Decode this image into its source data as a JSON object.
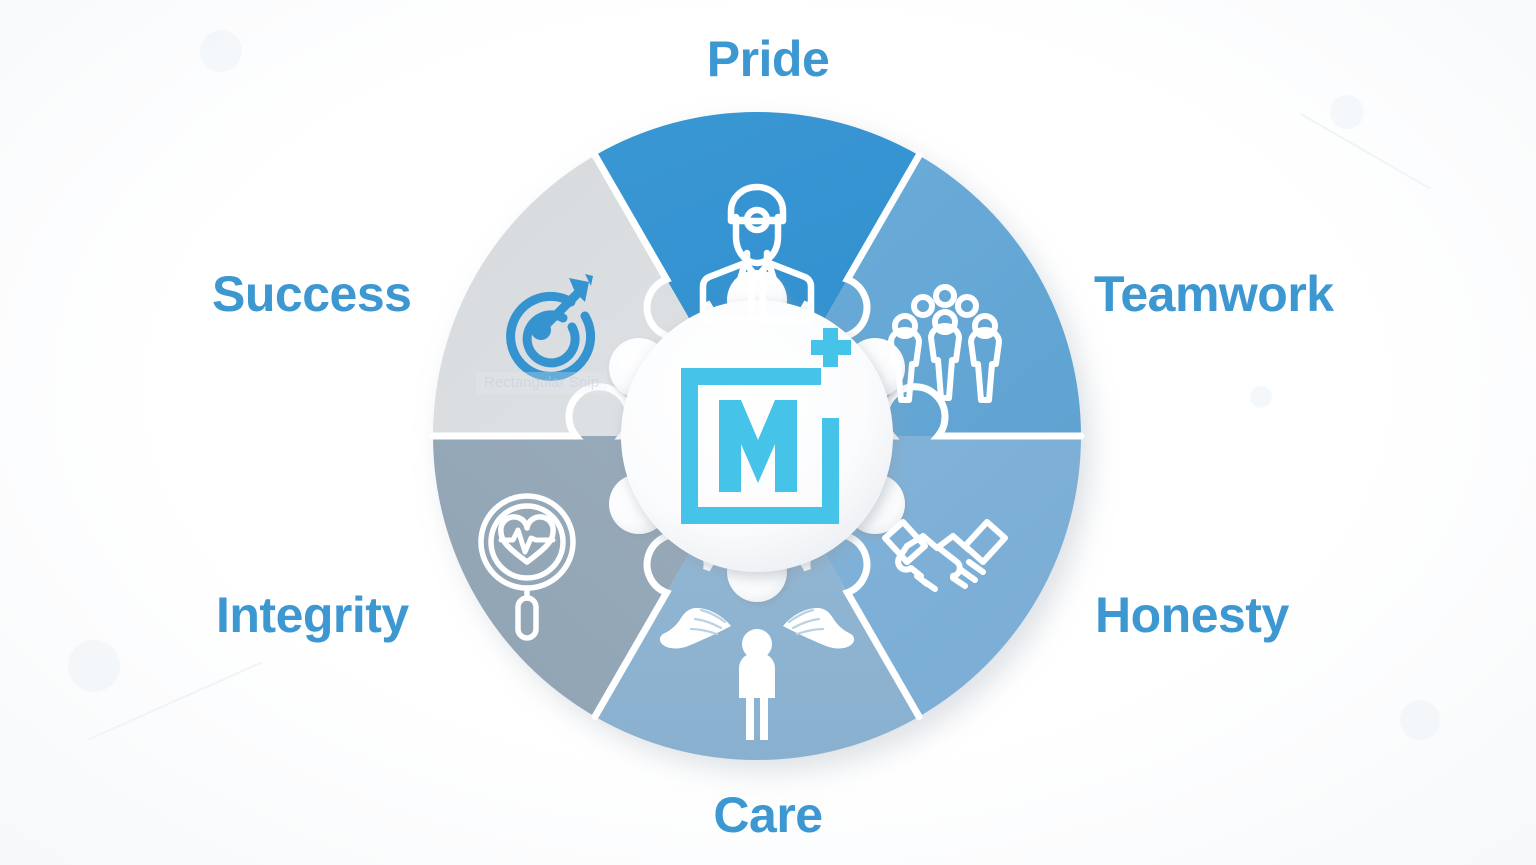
{
  "graphic": {
    "type": "hexagonal-puzzle-wheel",
    "title_present": false,
    "center_logo": {
      "name": "M+ logo",
      "letter": "M",
      "plus_symbol": "+",
      "color": "#45c3e8"
    },
    "watermark_text": "Rectangular Snip",
    "label_color": "#3d98d2",
    "segments": [
      {
        "id": "pride",
        "label": "Pride",
        "icon": "doctor-icon",
        "color": "#3593d0",
        "icon_color": "#ffffff",
        "position": "top"
      },
      {
        "id": "teamwork",
        "label": "Teamwork",
        "icon": "group-of-people-icon",
        "color": "#67a8d6",
        "icon_color": "#ffffff",
        "position": "top-right"
      },
      {
        "id": "honesty",
        "label": "Honesty",
        "icon": "handshake-icon",
        "color": "#7fb1d8",
        "icon_color": "#ffffff",
        "position": "bottom-right"
      },
      {
        "id": "care",
        "label": "Care",
        "icon": "hands-protecting-person-icon",
        "color": "#8fb5d2",
        "icon_color": "#ffffff",
        "position": "bottom"
      },
      {
        "id": "integrity",
        "label": "Integrity",
        "icon": "magnifier-heartbeat-icon",
        "color": "#96a8b8",
        "icon_color": "#ffffff",
        "position": "bottom-left"
      },
      {
        "id": "success",
        "label": "Success",
        "icon": "target-arrow-icon",
        "color": "#dcdfe2",
        "icon_color": "#3593d0",
        "position": "top-left"
      }
    ]
  }
}
